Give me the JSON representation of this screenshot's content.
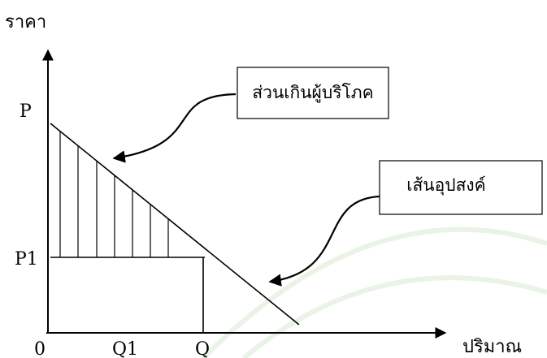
{
  "axes": {
    "y_label": "ราคา",
    "x_label": "ปริมาณ"
  },
  "ticks": {
    "origin": "0",
    "price_max": "P",
    "price_p1": "P1",
    "qty_q1": "Q1",
    "qty_q": "Q"
  },
  "callouts": {
    "consumer_surplus": "ส่วนเกินผู้บริโภค",
    "demand_curve": "เส้นอุปสงค์"
  },
  "colors": {
    "ink": "#000000",
    "watermark": "#e9f3e6"
  }
}
